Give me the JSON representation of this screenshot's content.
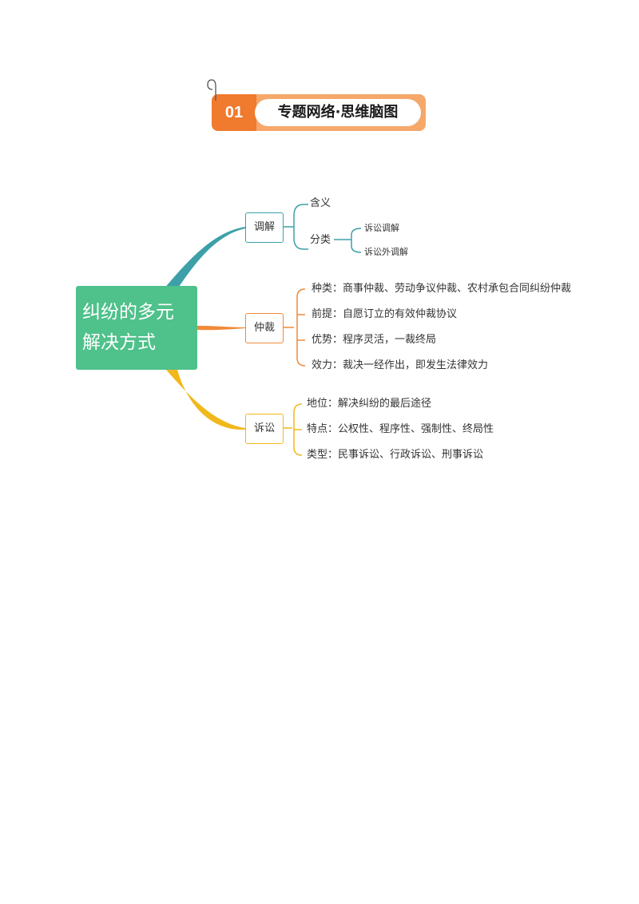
{
  "header": {
    "number": "01",
    "title": "专题网络·思维脑图"
  },
  "root": {
    "line1": "纠纷的多元",
    "line2": "解决方式"
  },
  "branches": {
    "tiaojie": {
      "label": "调解",
      "children": {
        "hanyi": "含义",
        "fenlei": "分类",
        "fenlei_items": [
          "诉讼调解",
          "诉讼外调解"
        ]
      }
    },
    "zhongcai": {
      "label": "仲裁",
      "items": [
        "种类：商事仲裁、劳动争议仲裁、农村承包合同纠纷仲裁",
        "前提：自愿订立的有效仲裁协议",
        "优势：程序灵活，一裁终局",
        "效力：裁决一经作出，即发生法律效力"
      ]
    },
    "susong": {
      "label": "诉讼",
      "items": [
        "地位：解决纠纷的最后途径",
        "特点：公权性、程序性、强制性、终局性",
        "类型：民事诉讼、行政诉讼、刑事诉讼"
      ]
    }
  },
  "colors": {
    "teal": "#3da0a8",
    "orange": "#f08a38",
    "yellow": "#f1b81c",
    "root": "#4fc18b",
    "accent": "#f07a2e"
  }
}
